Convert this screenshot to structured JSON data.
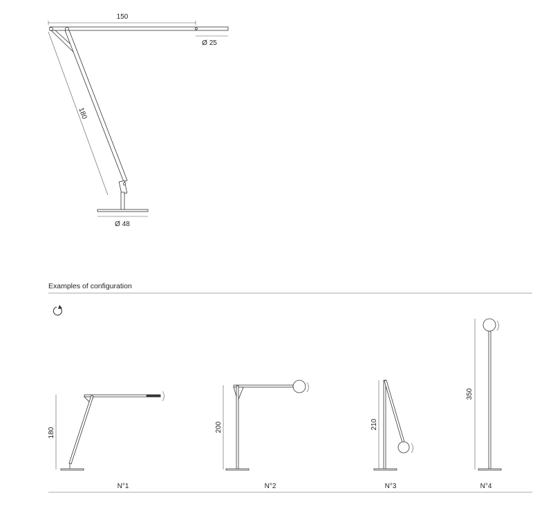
{
  "main_drawing": {
    "width_label": "150",
    "diameter_head_label": "Ø 25",
    "arm_length_label": "180",
    "base_diameter_label": "Ø 48"
  },
  "configurations": {
    "title": "Examples of configuration",
    "rotate_icon": "rotate-icon",
    "items": [
      {
        "label": "N°1",
        "height_label": "180"
      },
      {
        "label": "N°2",
        "height_label": "200"
      },
      {
        "label": "N°3",
        "height_label": "210"
      },
      {
        "label": "N°4",
        "height_label": "350"
      }
    ]
  }
}
